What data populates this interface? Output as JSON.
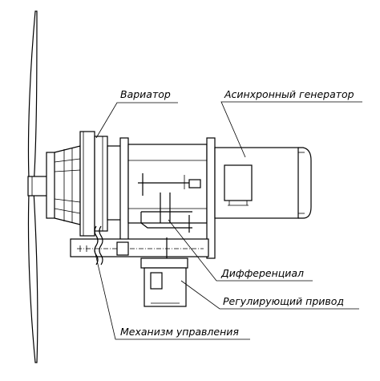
{
  "labels": {
    "variator": "Вариатор",
    "generator": "Асинхронный генератор",
    "differential": "Дифференциал",
    "drive": "Регулирующий привод",
    "control": "Механизм управления"
  }
}
